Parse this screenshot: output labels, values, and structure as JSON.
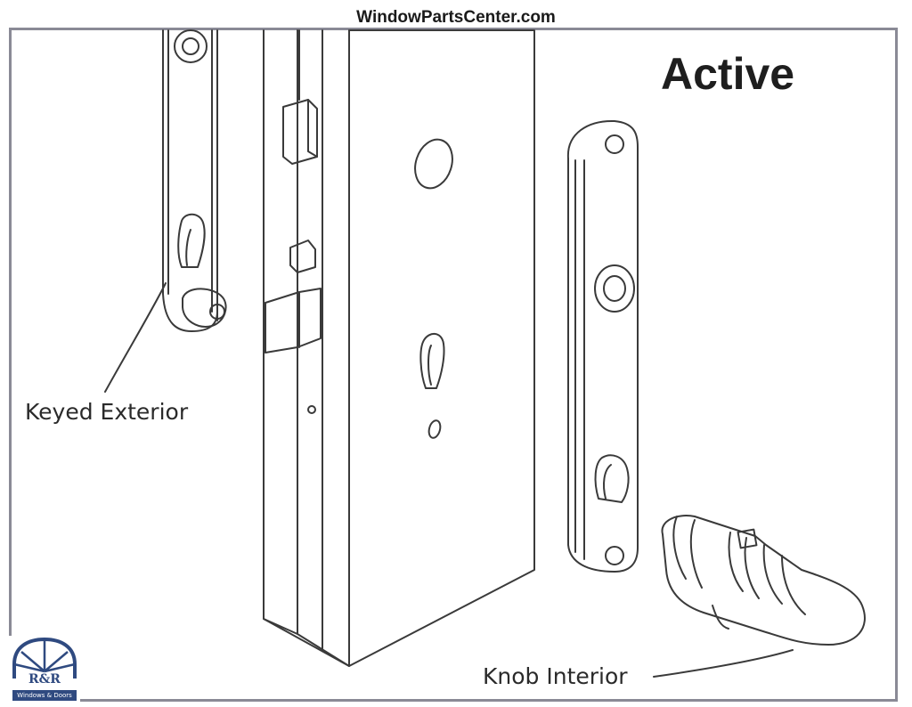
{
  "site_title": "WindowPartsCenter.com",
  "labels": {
    "active": "Active",
    "keyed_exterior": "Keyed Exterior",
    "knob_interior": "Knob Interior"
  },
  "logo": {
    "monogram": "R&R",
    "tagline": "Windows & Doors"
  },
  "colors": {
    "frame": "#8a8a96",
    "ink": "#3a3a3a",
    "logo_blue": "#2f4a80"
  }
}
